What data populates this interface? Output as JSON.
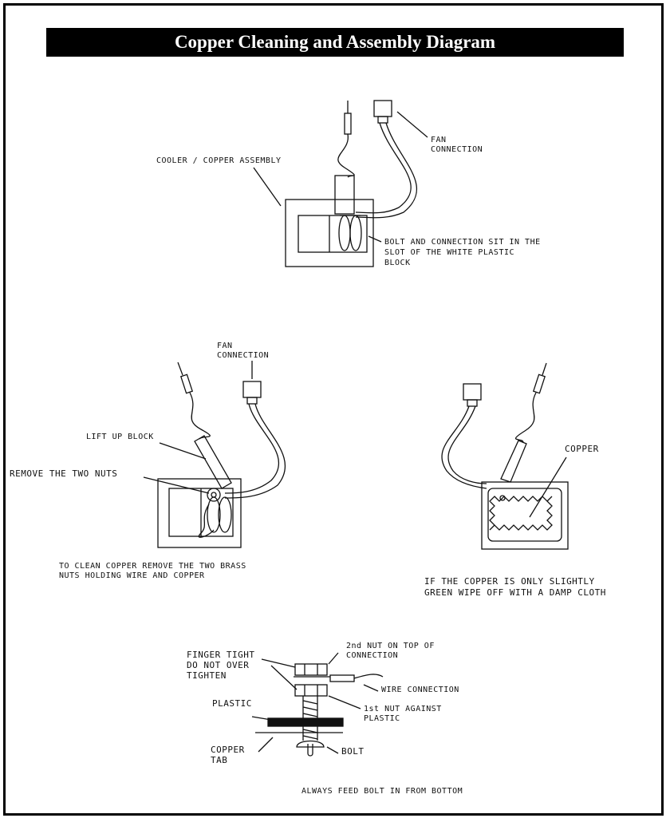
{
  "title": "Copper Cleaning and Assembly Diagram",
  "labels": {
    "cooler_assembly": "COOLER / COPPER ASSEMBLY",
    "fan_connection_top": [
      "FAN",
      "CONNECTION"
    ],
    "bolt_slot": [
      "BOLT AND CONNECTION SIT IN THE",
      "SLOT OF THE WHITE PLASTIC",
      "BLOCK"
    ],
    "fan_connection_mid": [
      "FAN",
      "CONNECTION"
    ],
    "lift_up_block": "LIFT UP BLOCK",
    "remove_two_nuts": "REMOVE THE TWO NUTS",
    "to_clean": [
      "TO CLEAN COPPER REMOVE THE TWO BRASS",
      "NUTS HOLDING WIRE AND COPPER"
    ],
    "copper": "COPPER",
    "slightly_green": [
      "IF THE COPPER IS ONLY SLIGHTLY",
      "GREEN WIPE OFF WITH A DAMP CLOTH"
    ],
    "finger_tight": [
      "FINGER TIGHT",
      "DO NOT OVER",
      "TIGHTEN"
    ],
    "second_nut": [
      "2nd NUT ON TOP OF",
      "CONNECTION"
    ],
    "wire_connection": "WIRE CONNECTION",
    "plastic": "PLASTIC",
    "first_nut": [
      "1st NUT AGAINST",
      "PLASTIC"
    ],
    "copper_tab": [
      "COPPER",
      "TAB"
    ],
    "bolt": "BOLT",
    "always_feed": "ALWAYS FEED BOLT IN FROM BOTTOM"
  }
}
